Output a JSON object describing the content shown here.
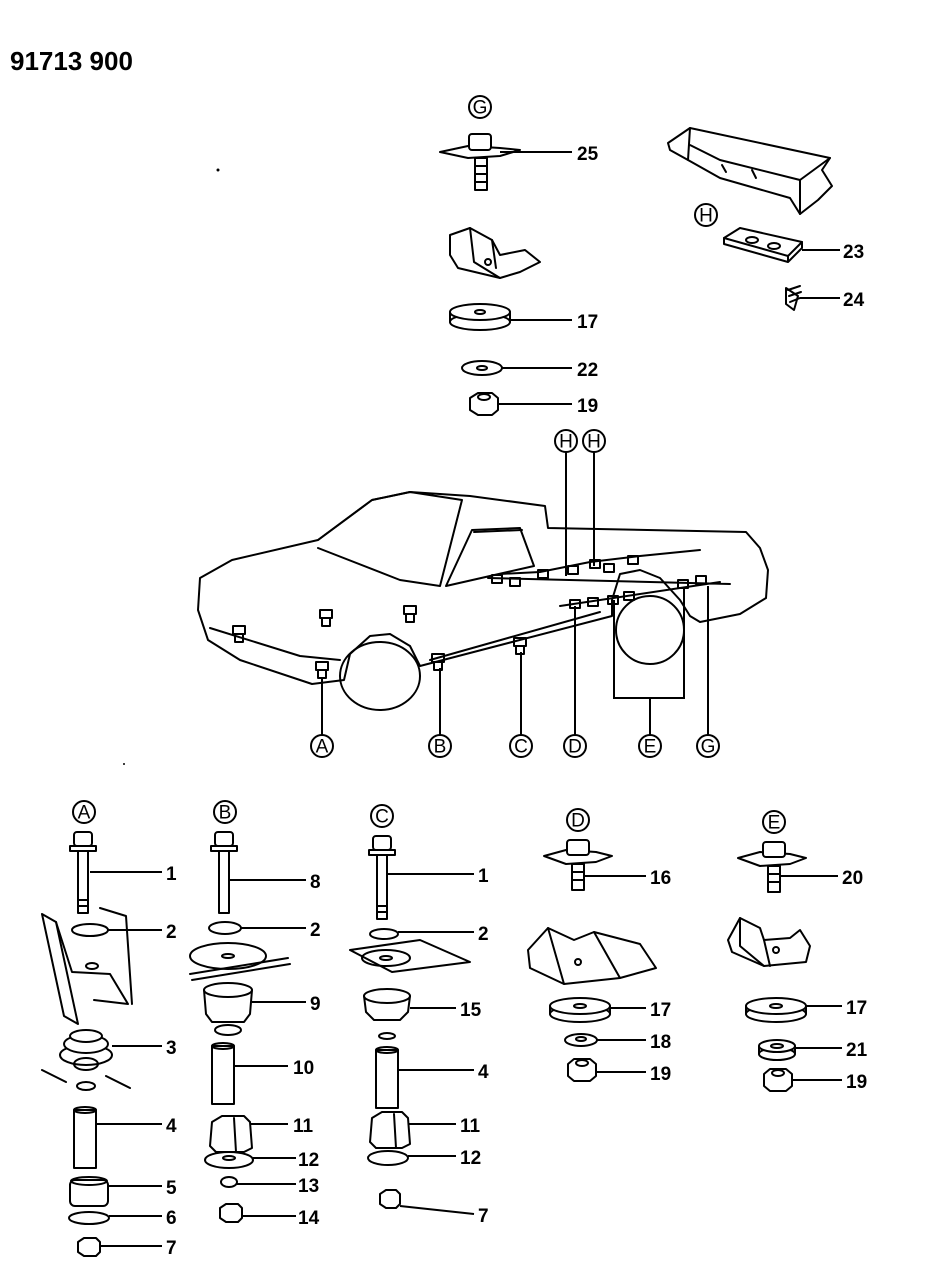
{
  "document": {
    "number": "91713 900"
  },
  "callouts": {
    "A": "A",
    "B": "B",
    "C": "C",
    "D": "D",
    "E": "E",
    "G": "G",
    "H": "H"
  },
  "parts": {
    "p1": "1",
    "p2": "2",
    "p3": "3",
    "p4": "4",
    "p5": "5",
    "p6": "6",
    "p7": "7",
    "p8": "8",
    "p9": "9",
    "p10": "10",
    "p11": "11",
    "p12": "12",
    "p13": "13",
    "p14": "14",
    "p15": "15",
    "p16": "16",
    "p17": "17",
    "p18": "18",
    "p19": "19",
    "p20": "20",
    "p21": "21",
    "p22": "22",
    "p23": "23",
    "p24": "24",
    "p25": "25"
  }
}
